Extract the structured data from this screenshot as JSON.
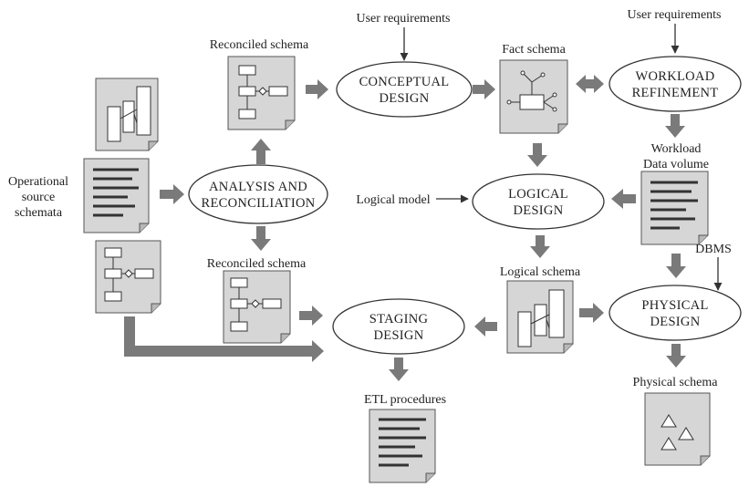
{
  "labels": {
    "user_req_1": "User requirements",
    "user_req_2": "User requirements",
    "reconciled_schema_top": "Reconciled schema",
    "fact_schema": "Fact schema",
    "operational_1": "Operational",
    "operational_2": "source",
    "operational_3": "schemata",
    "logical_model": "Logical model",
    "workload_1": "Workload",
    "workload_2": "Data volume",
    "reconciled_schema_bottom": "Reconciled schema",
    "logical_schema": "Logical schema",
    "dbms": "DBMS",
    "etl_procedures": "ETL procedures",
    "physical_schema": "Physical schema"
  },
  "processes": {
    "conceptual": [
      "CONCEPTUAL",
      "DESIGN"
    ],
    "workload": [
      "WORKLOAD",
      "REFINEMENT"
    ],
    "analysis": [
      "ANALYSIS AND",
      "RECONCILIATION"
    ],
    "logical": [
      "LOGICAL",
      "DESIGN"
    ],
    "physical": [
      "PHYSICAL",
      "DESIGN"
    ],
    "staging": [
      "STAGING",
      "DESIGN"
    ]
  },
  "colors": {
    "doc_fill": "#d6d6d6",
    "arrow": "#7a7a7a",
    "stroke": "#333333",
    "text_lines": "#333333"
  }
}
